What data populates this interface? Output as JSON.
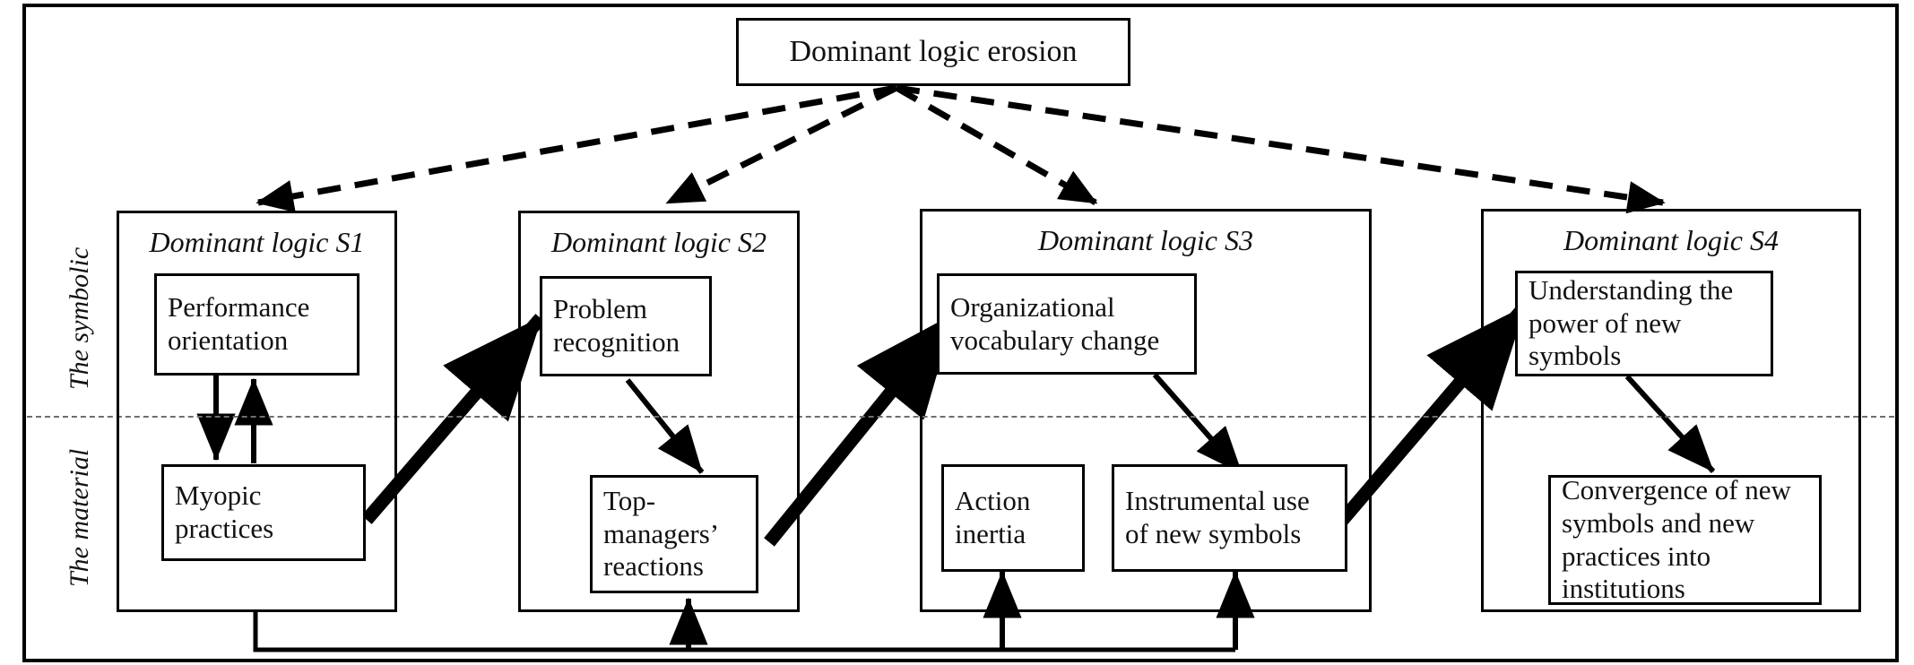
{
  "figure": {
    "root": {
      "label": "Dominant logic erosion"
    },
    "bands": [
      {
        "id": "symbolic",
        "label": "The symbolic"
      },
      {
        "id": "material",
        "label": "The material"
      }
    ],
    "stages": [
      {
        "id": "s1",
        "title": "Dominant logic S1",
        "nodes": [
          {
            "id": "performance-orientation",
            "label": "Performance orientation",
            "band": "symbolic"
          },
          {
            "id": "myopic-practices",
            "label": "Myopic practices",
            "band": "material"
          }
        ]
      },
      {
        "id": "s2",
        "title": "Dominant logic S2",
        "nodes": [
          {
            "id": "problem-recognition",
            "label": "Problem recognition",
            "band": "symbolic"
          },
          {
            "id": "top-managers-reactions",
            "label": "Top-managers’ reactions",
            "band": "material"
          }
        ]
      },
      {
        "id": "s3",
        "title": "Dominant logic S3",
        "nodes": [
          {
            "id": "organizational-vocabulary-change",
            "label": "Organizational vocabulary change",
            "band": "symbolic"
          },
          {
            "id": "action-inertia",
            "label": "Action inertia",
            "band": "material"
          },
          {
            "id": "instrumental-use-of-new-symbols",
            "label": "Instrumental use of new symbols",
            "band": "material"
          }
        ]
      },
      {
        "id": "s4",
        "title": "Dominant logic S4",
        "nodes": [
          {
            "id": "understanding-power-of-new-symbols",
            "label": "Understanding the power of new symbols",
            "band": "symbolic"
          },
          {
            "id": "convergence-into-institutions",
            "label": "Convergence of new symbols and new practices into institutions",
            "band": "material"
          }
        ]
      }
    ],
    "colors": {
      "stroke": "#000000",
      "divider": "#6e6e6e",
      "background": "#ffffff"
    }
  }
}
